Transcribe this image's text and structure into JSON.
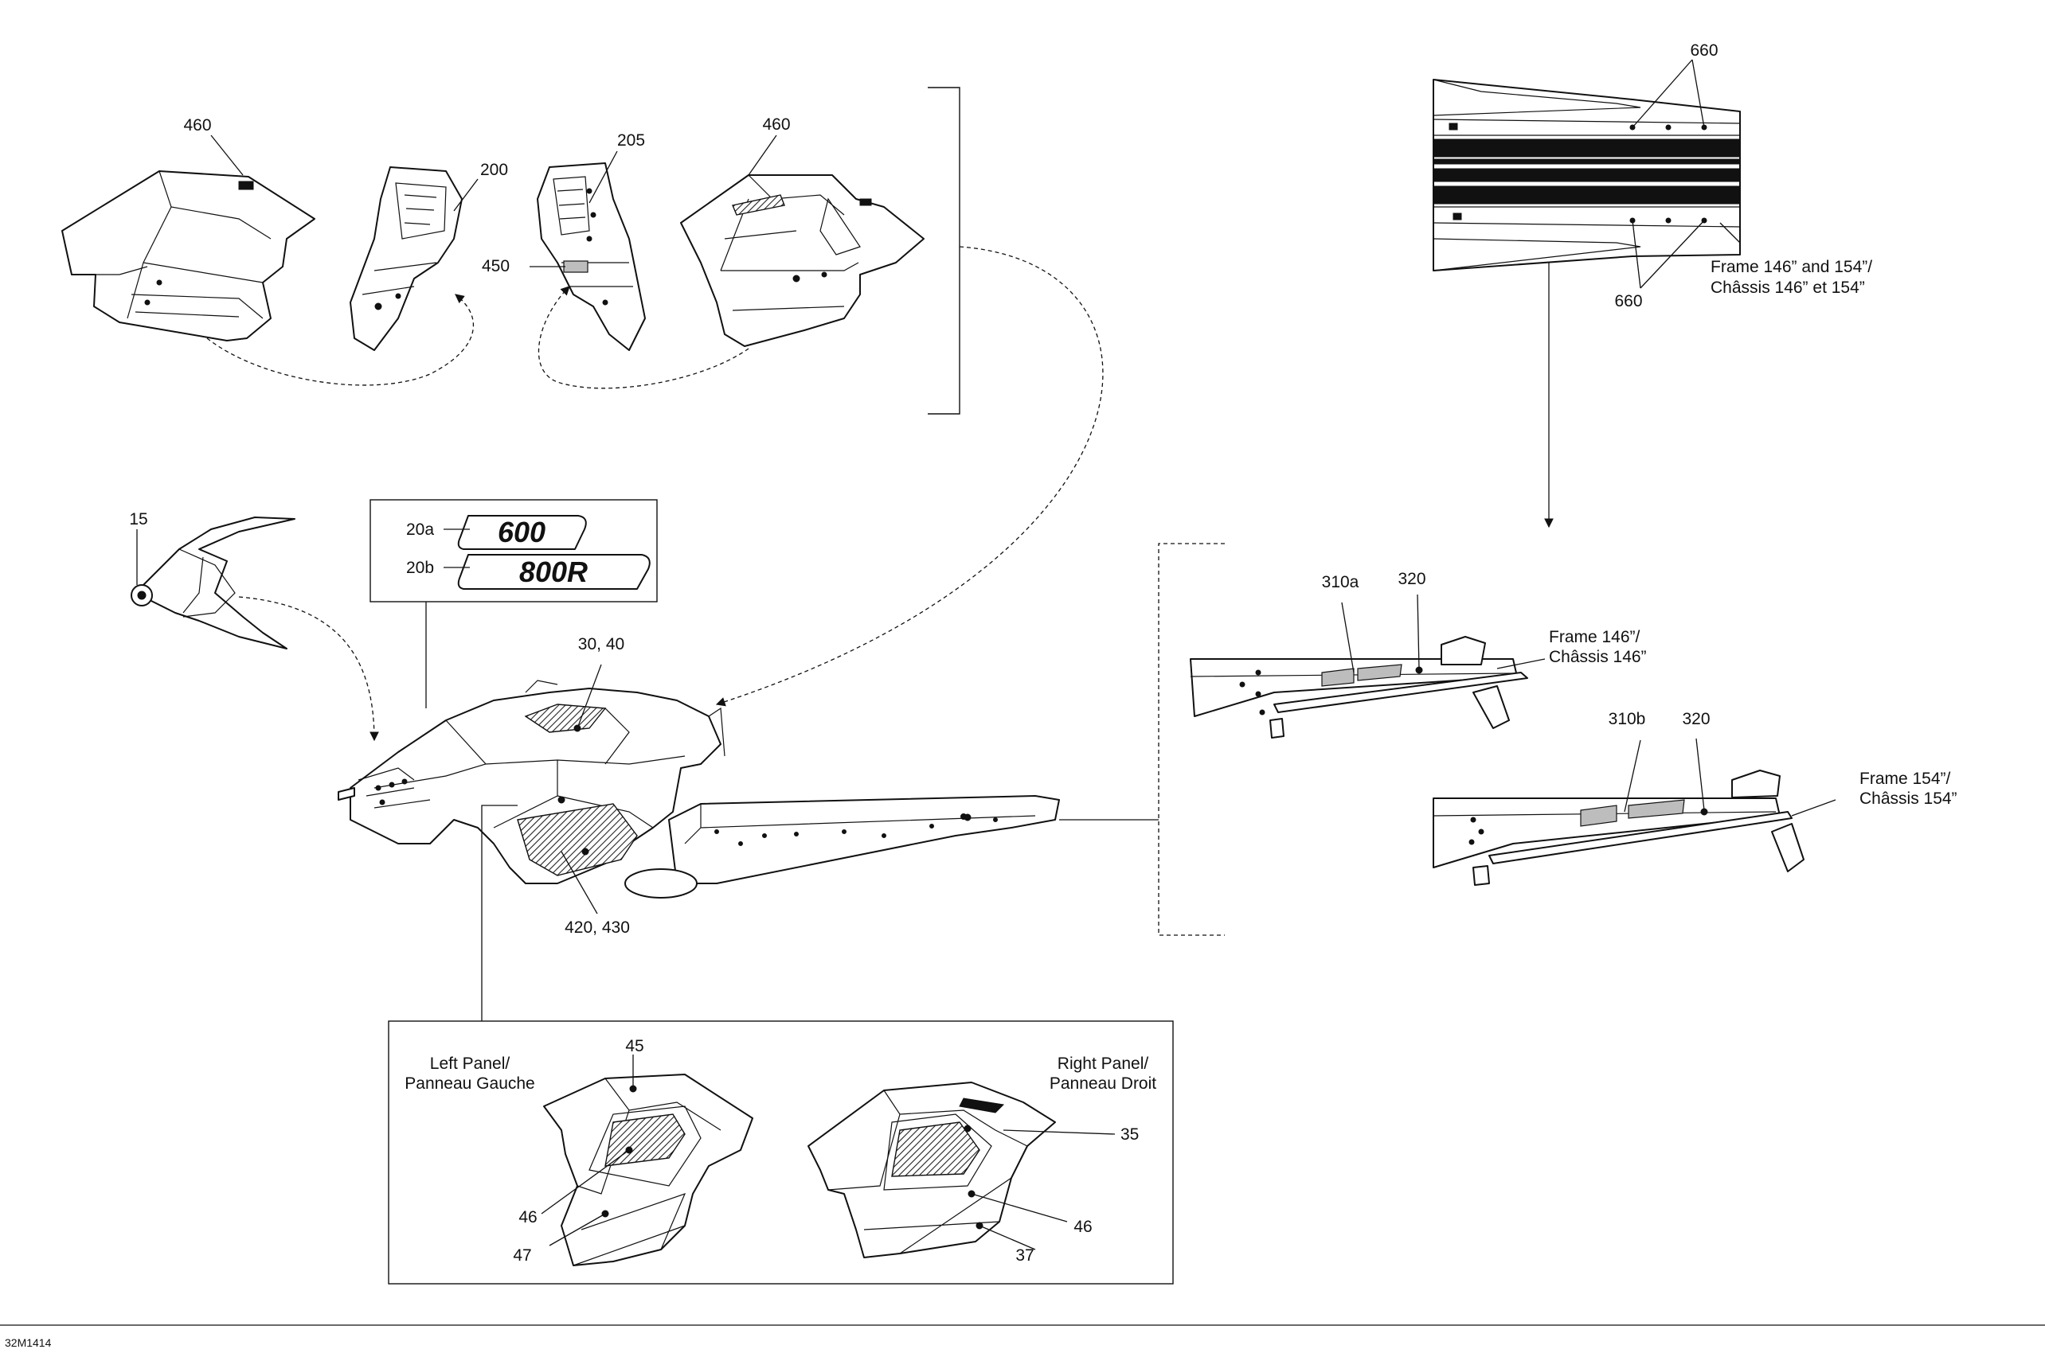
{
  "diagram_code": "32M1414",
  "callouts": {
    "c460_left": "460",
    "c200": "200",
    "c205": "205",
    "c450": "450",
    "c460_right": "460",
    "c15": "15",
    "c20a": "20a",
    "c20b": "20b",
    "c30_40": "30, 40",
    "c420_430": "420, 430",
    "c660_top": "660",
    "c660_bottom": "660",
    "c310a": "310a",
    "c320_a": "320",
    "c310b": "310b",
    "c320_b": "320",
    "c45": "45",
    "c35": "35",
    "c46_left": "46",
    "c47": "47",
    "c46_right": "46",
    "c37": "37"
  },
  "decals": {
    "d600": "600",
    "d800r": "800R"
  },
  "captions": {
    "frame_146_154_line1": "Frame 146” and 154”/",
    "frame_146_154_line2": "Châssis 146” et 154”",
    "frame_146_line1": "Frame 146”/",
    "frame_146_line2": "Châssis 146”",
    "frame_154_line1": "Frame 154”/",
    "frame_154_line2": "Châssis 154”",
    "left_panel_line1": "Left Panel/",
    "left_panel_line2": "Panneau Gauche",
    "right_panel_line1": "Right Panel/",
    "right_panel_line2": "Panneau Droit"
  }
}
